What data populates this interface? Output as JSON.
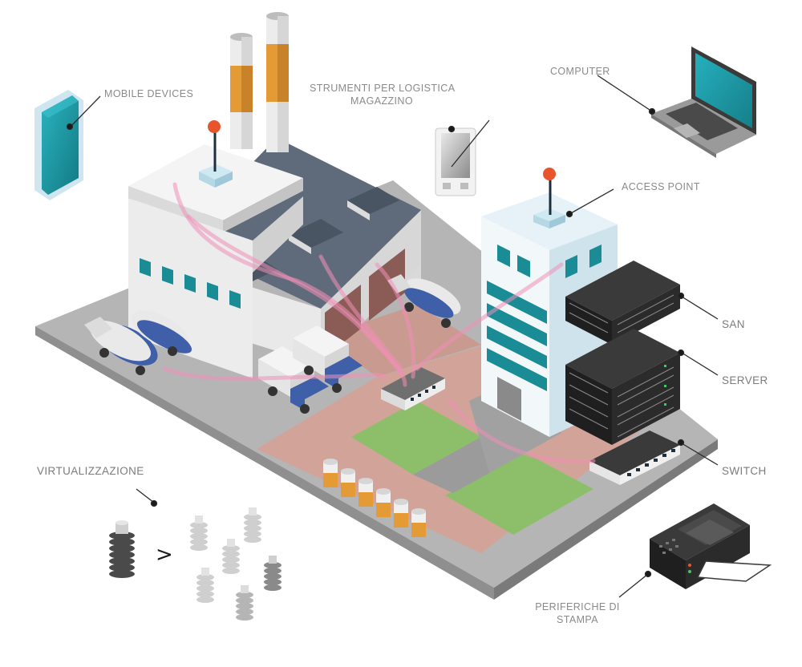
{
  "labels": {
    "mobile_devices": "MOBILE DEVICES",
    "logistics_line1": "STRUMENTI PER LOGISTICA",
    "logistics_line2": "MAGAZZINO",
    "computer": "COMPUTER",
    "access_point": "ACCESS POINT",
    "san": "SAN",
    "server": "SERVER",
    "switch": "SWITCH",
    "virtualization": "VIRTUALIZZAZIONE",
    "printers_line1": "PERIFERICHE DI",
    "printers_line2": "STAMPA"
  },
  "virtualization_arrow": ">",
  "colors": {
    "ground": "#a9a9a9",
    "pavement": "#d4a49a",
    "grass": "#8dbf6a",
    "factory_wall": "#eeeeee",
    "roof": "#5f6b7a",
    "window": "#1a8c95",
    "chimney_stripe": "#e49a35",
    "antenna_ball": "#e8552d",
    "wifi_signal": "#f08fb8",
    "server_rack": "#2a2a2a",
    "tower_glass": "#d8ecf4",
    "truck_cab": "#3f5fa8"
  }
}
